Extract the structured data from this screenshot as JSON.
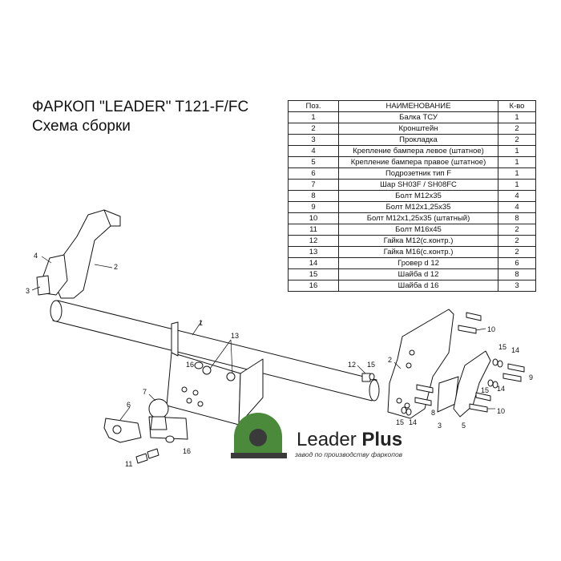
{
  "header": {
    "title_line1": "ФАРКОП \"LEADER\" T121-F/FC",
    "title_line2": "Схема сборки"
  },
  "parts_table": {
    "columns": [
      "Поз.",
      "НАИМЕНОВАНИЕ",
      "К-во"
    ],
    "rows": [
      [
        "1",
        "Балка ТСУ",
        "1"
      ],
      [
        "2",
        "Кронштейн",
        "2"
      ],
      [
        "3",
        "Прокладка",
        "2"
      ],
      [
        "4",
        "Крепление бампера левое (штатное)",
        "1"
      ],
      [
        "5",
        "Крепление бампера правое (штатное)",
        "1"
      ],
      [
        "6",
        "Подрозетник тип F",
        "1"
      ],
      [
        "7",
        "Шар SH03F / SH08FC",
        "1"
      ],
      [
        "8",
        "Болт М12х35",
        "4"
      ],
      [
        "9",
        "Болт М12х1,25х35",
        "4"
      ],
      [
        "10",
        "Болт М12х1,25х35 (штатный)",
        "8"
      ],
      [
        "11",
        "Болт М16х45",
        "2"
      ],
      [
        "12",
        "Гайка М12(с.контр.)",
        "2"
      ],
      [
        "13",
        "Гайка  М16(с.контр.)",
        "2"
      ],
      [
        "14",
        "Гровер d 12",
        "6"
      ],
      [
        "15",
        "Шайба d 12",
        "8"
      ],
      [
        "16",
        "Шайба d 16",
        "3"
      ]
    ]
  },
  "callouts": {
    "c1": "1",
    "c2a": "2",
    "c2b": "2",
    "c3a": "3",
    "c3b": "3",
    "c4": "4",
    "c5": "5",
    "c6": "6",
    "c7": "7",
    "c8": "8",
    "c9": "9",
    "c10a": "10",
    "c10b": "10",
    "c11": "11",
    "c12": "12",
    "c13": "13",
    "c14a": "14",
    "c14b": "14",
    "c14c": "14",
    "c15a": "15",
    "c15b": "15",
    "c15c": "15",
    "c15d": "15",
    "c16a": "16",
    "c16b": "16"
  },
  "logo": {
    "word1": "Leader",
    "word2": "Plus",
    "tagline": "завод по производству фаркопов",
    "green": "#4a8a3a",
    "dark": "#3a3a3a"
  }
}
